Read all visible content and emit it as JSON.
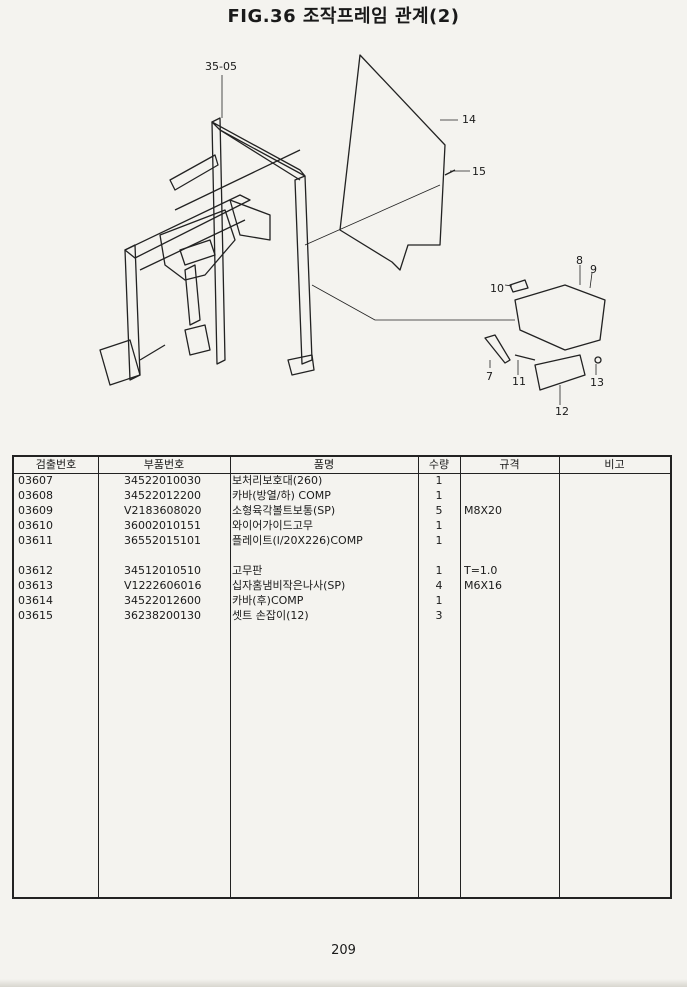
{
  "page": {
    "title": "FIG.36 조작프레임 관계(2)",
    "page_number": "209"
  },
  "diagram": {
    "callouts": [
      "35-05",
      "14",
      "15",
      "10",
      "8",
      "9",
      "7",
      "11",
      "13",
      "12"
    ]
  },
  "table": {
    "headers": [
      "검출번호",
      "부품번호",
      "품명",
      "수량",
      "규격",
      "비고"
    ],
    "rows": [
      {
        "code": "03607",
        "part": "34522010030",
        "name": "보처리보호대(260)",
        "qty": "1",
        "spec": "",
        "note": ""
      },
      {
        "code": "03608",
        "part": "34522012200",
        "name": "카바(방열/하) COMP",
        "qty": "1",
        "spec": "",
        "note": ""
      },
      {
        "code": "03609",
        "part": "V2183608020",
        "name": "소형육각볼트보통(SP)",
        "qty": "5",
        "spec": "M8X20",
        "note": ""
      },
      {
        "code": "03610",
        "part": "36002010151",
        "name": "와이어가이드고무",
        "qty": "1",
        "spec": "",
        "note": ""
      },
      {
        "code": "03611",
        "part": "36552015101",
        "name": "플레이트(l/20X226)COMP",
        "qty": "1",
        "spec": "",
        "note": ""
      },
      {
        "code": "03612",
        "part": "34512010510",
        "name": "고무판",
        "qty": "1",
        "spec": "T=1.0",
        "note": ""
      },
      {
        "code": "03613",
        "part": "V1222606016",
        "name": "십자홈냄비작은나사(SP)",
        "qty": "4",
        "spec": "M6X16",
        "note": ""
      },
      {
        "code": "03614",
        "part": "34522012600",
        "name": "카바(후)COMP",
        "qty": "1",
        "spec": "",
        "note": ""
      },
      {
        "code": "03615",
        "part": "36238200130",
        "name": "셋트 손잡이(12)",
        "qty": "3",
        "spec": "",
        "note": ""
      }
    ]
  }
}
